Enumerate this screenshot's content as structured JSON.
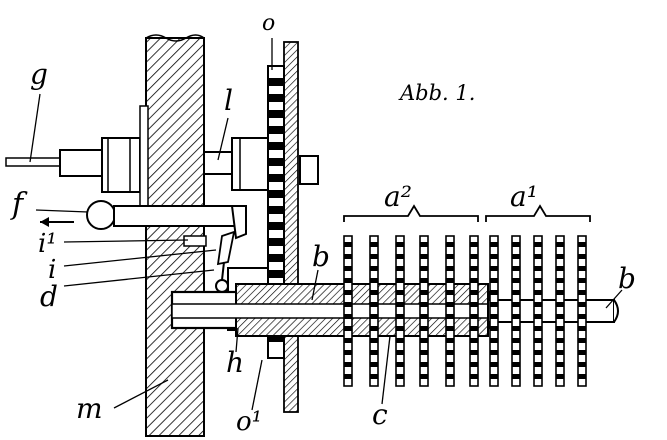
{
  "figure": {
    "caption": "Abb. 1.",
    "labels": {
      "g": "g",
      "l": "l",
      "o": "o",
      "f": "f",
      "a2": "a²",
      "a1": "a¹",
      "i1": "i¹",
      "i": "i",
      "d": "d",
      "b_left": "b",
      "b_right": "b",
      "h": "h",
      "m": "m",
      "o1": "o¹",
      "c": "c"
    }
  }
}
